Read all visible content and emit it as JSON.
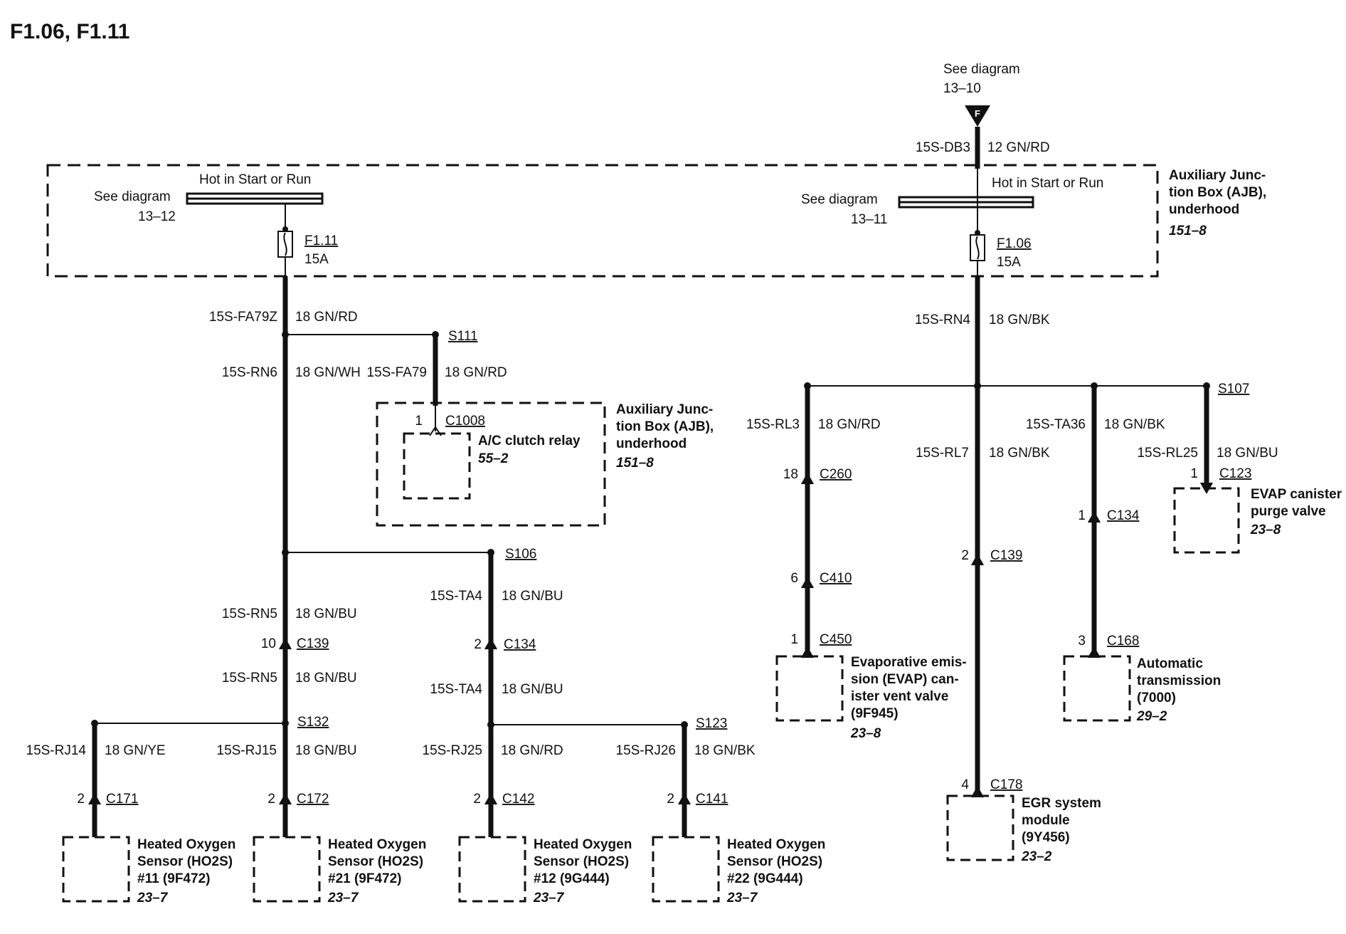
{
  "page_title": "F1.06, F1.11",
  "top_feed": {
    "see_diagram": "See diagram",
    "ref": "13–10",
    "connector": "F",
    "circuit": "15S-DB3",
    "wire": "12 GN/RD"
  },
  "left_fuse": {
    "hot_label": "Hot in Start or Run",
    "see_diagram": "See diagram",
    "ref": "13–12",
    "fuse": "F1.11",
    "amps": "15A"
  },
  "right_fuse": {
    "hot_label": "Hot in Start or Run",
    "see_diagram": "See diagram",
    "ref": "13–11",
    "fuse": "F1.06",
    "amps": "15A"
  },
  "ajb": {
    "name": "Auxiliary Junc-|tion Box (AJB),|underhood",
    "ref": "151–8"
  },
  "left_branch": {
    "fa79z_circuit": "15S-FA79Z",
    "fa79z_wire": "18 GN/RD",
    "s111": "S111",
    "rn6_circuit": "15S-RN6",
    "rn6_wire": "18 GN/WH",
    "fa79_circuit": "15S-FA79",
    "fa79_wire": "18 GN/RD",
    "relay_pin": "1",
    "relay_conn": "C1008",
    "relay_name": "A/C clutch relay",
    "relay_ref": "55–2",
    "relay_ajb": "Auxiliary Junc-|tion Box (AJB),|underhood",
    "relay_ajb_ref": "151–8",
    "s106": "S106",
    "rn5a_circuit": "15S-RN5",
    "rn5a_wire": "18 GN/BU",
    "c139_pin": "10",
    "c139": "C139",
    "rn5b_circuit": "15S-RN5",
    "rn5b_wire": "18 GN/BU",
    "s132": "S132",
    "ta4a_circuit": "15S-TA4",
    "ta4a_wire": "18 GN/BU",
    "c134_pin": "2",
    "c134": "C134",
    "ta4b_circuit": "15S-TA4",
    "ta4b_wire": "18 GN/BU",
    "s123": "S123"
  },
  "sensors": [
    {
      "circuit": "15S-RJ14",
      "wire": "18 GN/YE",
      "pin": "2",
      "conn": "C171",
      "name": "Heated Oxygen|Sensor (HO2S)|#11 (9F472)",
      "ref": "23–7"
    },
    {
      "circuit": "15S-RJ15",
      "wire": "18 GN/BU",
      "pin": "2",
      "conn": "C172",
      "name": "Heated Oxygen|Sensor (HO2S)|#21 (9F472)",
      "ref": "23–7"
    },
    {
      "circuit": "15S-RJ25",
      "wire": "18 GN/RD",
      "pin": "2",
      "conn": "C142",
      "name": "Heated Oxygen|Sensor (HO2S)|#12 (9G444)",
      "ref": "23–7"
    },
    {
      "circuit": "15S-RJ26",
      "wire": "18 GN/BK",
      "pin": "2",
      "conn": "C141",
      "name": "Heated Oxygen|Sensor (HO2S)|#22 (9G444)",
      "ref": "23–7"
    }
  ],
  "right_branch": {
    "rn4_circuit": "15S-RN4",
    "rn4_wire": "18 GN/BK",
    "s107": "S107",
    "rl3_circuit": "15S-RL3",
    "rl3_wire": "18 GN/RD",
    "c260_pin": "18",
    "c260": "C260",
    "c410_pin": "6",
    "c410": "C410",
    "c450_pin": "1",
    "c450": "C450",
    "evap_vent_name": "Evaporative emis-|sion (EVAP) can-|ister vent valve|(9F945)",
    "evap_vent_ref": "23–8",
    "rl7_circuit": "15S-RL7",
    "rl7_wire": "18 GN/BK",
    "c139_pin": "2",
    "c139": "C139",
    "c178_pin": "4",
    "c178": "C178",
    "egr_name": "EGR system|module|(9Y456)",
    "egr_ref": "23–2",
    "ta36_circuit": "15S-TA36",
    "ta36_wire": "18 GN/BK",
    "c134_pin": "1",
    "c134": "C134",
    "c168_pin": "3",
    "c168": "C168",
    "trans_name": "Automatic|transmission|(7000)",
    "trans_ref": "29–2",
    "rl25_circuit": "15S-RL25",
    "rl25_wire": "18 GN/BU",
    "c123_pin": "1",
    "c123": "C123",
    "purge_name": "EVAP canister|purge valve",
    "purge_ref": "23–8"
  }
}
